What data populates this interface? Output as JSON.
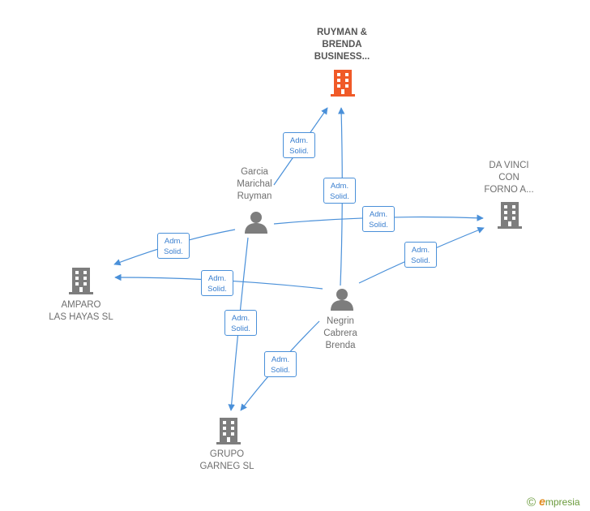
{
  "colors": {
    "edge": "#4a90d9",
    "company": "#7d7d7d",
    "company_focus": "#f05a28",
    "person": "#7d7d7d"
  },
  "nodes": [
    {
      "id": "ruyman-brenda",
      "type": "company",
      "focus": true,
      "lines": [
        "RUYMAN &",
        "BRENDA",
        "BUSINESS..."
      ],
      "icon": "building-icon"
    },
    {
      "id": "da-vinci",
      "type": "company",
      "focus": false,
      "lines": [
        "DA VINCI",
        "CON",
        "FORNO A..."
      ],
      "icon": "building-icon"
    },
    {
      "id": "amparo",
      "type": "company",
      "focus": false,
      "lines": [
        "AMPARO",
        "LAS HAYAS  SL"
      ],
      "icon": "building-icon"
    },
    {
      "id": "grupo-garneg",
      "type": "company",
      "focus": false,
      "lines": [
        "GRUPO",
        "GARNEG  SL"
      ],
      "icon": "building-icon"
    },
    {
      "id": "garcia",
      "type": "person",
      "focus": false,
      "lines": [
        "Garcia",
        "Marichal",
        "Ruyman"
      ],
      "icon": "person-icon"
    },
    {
      "id": "negrin",
      "type": "person",
      "focus": false,
      "lines": [
        "Negrin",
        "Cabrera",
        "Brenda"
      ],
      "icon": "person-icon"
    }
  ],
  "edges": [
    {
      "from": "garcia",
      "to": "ruyman-brenda",
      "label": [
        "Adm.",
        "Solid."
      ]
    },
    {
      "from": "negrin",
      "to": "ruyman-brenda",
      "label": [
        "Adm.",
        "Solid."
      ]
    },
    {
      "from": "garcia",
      "to": "da-vinci",
      "label": [
        "Adm.",
        "Solid."
      ]
    },
    {
      "from": "negrin",
      "to": "da-vinci",
      "label": [
        "Adm.",
        "Solid."
      ]
    },
    {
      "from": "garcia",
      "to": "amparo",
      "label": [
        "Adm.",
        "Solid."
      ]
    },
    {
      "from": "negrin",
      "to": "amparo",
      "label": [
        "Adm.",
        "Solid."
      ]
    },
    {
      "from": "garcia",
      "to": "grupo-garneg",
      "label": [
        "Adm.",
        "Solid."
      ]
    },
    {
      "from": "negrin",
      "to": "grupo-garneg",
      "label": [
        "Adm.",
        "Solid."
      ]
    }
  ],
  "brand": {
    "copyright": "©",
    "initial": "e",
    "rest": "mpresia"
  }
}
